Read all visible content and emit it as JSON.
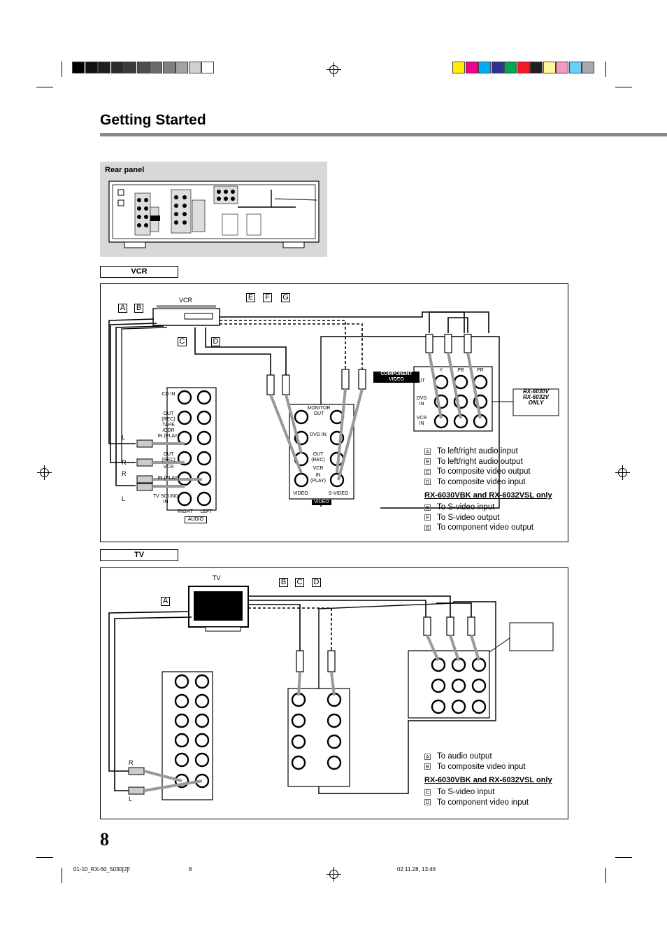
{
  "page": {
    "title": "Getting Started",
    "page_number": "8",
    "rear_panel_label": "Rear panel"
  },
  "vcr_section": {
    "label": "VCR",
    "device_label": "VCR",
    "tags": [
      "A",
      "B",
      "C",
      "D",
      "E",
      "F",
      "G"
    ],
    "audio_jacks": [
      "CD IN",
      "OUT (REC)",
      "TAPE /CDR",
      "IN (PLAY)",
      "OUT (REC)",
      "VCR",
      "IN (PLAY)",
      "TV SOUND IN"
    ],
    "audio_footer": [
      "RIGHT",
      "LEFT",
      "AUDIO"
    ],
    "channel_marks": [
      "L",
      "R",
      "R",
      "L"
    ],
    "video_labels": [
      "MONITOR OUT",
      "DVD IN",
      "OUT (REC)",
      "VCR",
      "IN (PLAY)",
      "VIDEO",
      "S-VIDEO",
      "VIDEO"
    ],
    "component_label": "COMPONENT VIDEO",
    "component_sub": "MONITOR OUT",
    "component_cols": [
      "Y",
      "PB",
      "PR"
    ],
    "component_rows": [
      "DVD IN",
      "VCR IN"
    ],
    "only_badge": [
      "RX-6030V",
      "RX-6032V",
      "ONLY"
    ],
    "legend": [
      {
        "k": "A",
        "t": "To left/right audio input"
      },
      {
        "k": "B",
        "t": "To left/right audio output"
      },
      {
        "k": "C",
        "t": "To composite video output"
      },
      {
        "k": "D",
        "t": "To composite video input"
      }
    ],
    "legend_heading": "RX-6030VBK and RX-6032VSL only",
    "legend2": [
      {
        "k": "E",
        "t": "To S-video input"
      },
      {
        "k": "F",
        "t": "To S-video output"
      },
      {
        "k": "G",
        "t": "To component video output"
      }
    ]
  },
  "tv_section": {
    "label": "TV",
    "device_label": "TV",
    "tags": [
      "A",
      "B",
      "C",
      "D"
    ],
    "channel_marks": [
      "R",
      "L"
    ],
    "legend": [
      {
        "k": "A",
        "t": "To audio output"
      },
      {
        "k": "B",
        "t": "To composite video input"
      }
    ],
    "legend_heading": "RX-6030VBK and RX-6032VSL only",
    "legend2": [
      {
        "k": "C",
        "t": "To S-video input"
      },
      {
        "k": "D",
        "t": "To component video input"
      }
    ]
  },
  "footer": {
    "file": "01-10_RX-60_5030[J]f",
    "page": "8",
    "date": "02.11.28, 13:46"
  },
  "colors": {
    "gray_swatches": [
      "#000000",
      "#111111",
      "#1e1e1e",
      "#2b2b2b",
      "#3b3b3b",
      "#4d4d4d",
      "#6a6a6a",
      "#808080",
      "#a3a3a3",
      "#d0d0d0",
      "#ffffff"
    ],
    "color_swatches": [
      "#ffee00",
      "#ec008c",
      "#00aeef",
      "#2e3192",
      "#00a651",
      "#ed1c24",
      "#231f20",
      "#fff799",
      "#f49ac1",
      "#6dcff6",
      "#a7a9ac"
    ]
  }
}
